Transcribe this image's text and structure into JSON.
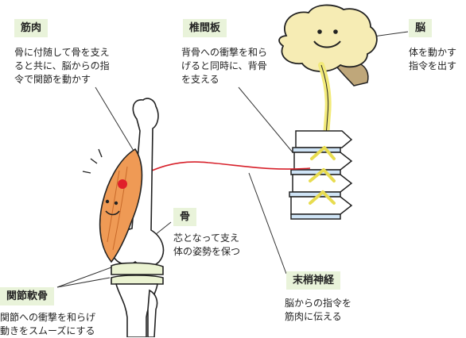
{
  "labels": {
    "muscle": {
      "title": "筋肉",
      "lines": [
        "骨に付随して骨を支え",
        "ると共に、脳からの指",
        "令で関節を動かす"
      ]
    },
    "disc": {
      "title": "椎間板",
      "lines": [
        "背骨への衝撃を和ら",
        "げると同時に、背骨",
        "を支える"
      ]
    },
    "brain": {
      "title": "脳",
      "lines": [
        "体を動かす",
        "指令を出す"
      ]
    },
    "bone": {
      "title": "骨",
      "lines": [
        "芯となって支え",
        "体の姿勢を保つ"
      ]
    },
    "nerve": {
      "title": "末梢神経",
      "lines": [
        "脳からの指令を",
        "筋肉に伝える"
      ]
    },
    "cartilage": {
      "title": "関節軟骨",
      "lines": [
        "関節への衝撃を和らげ",
        "動きをスムーズにする"
      ]
    }
  },
  "colors": {
    "tag_bg": "#e9f3da",
    "brain": "#f6ecb4",
    "brain_stem": "#bfa77a",
    "nerve_yellow": "#f2ea7a",
    "vertebra": "#ffffff",
    "disc": "#cfe4f6",
    "muscle": "#ef9a55",
    "muscle_dot": "#e0202a",
    "nerve_line": "#d7202a",
    "bone": "#ffffff",
    "cartilage": "#ebf3d2"
  }
}
